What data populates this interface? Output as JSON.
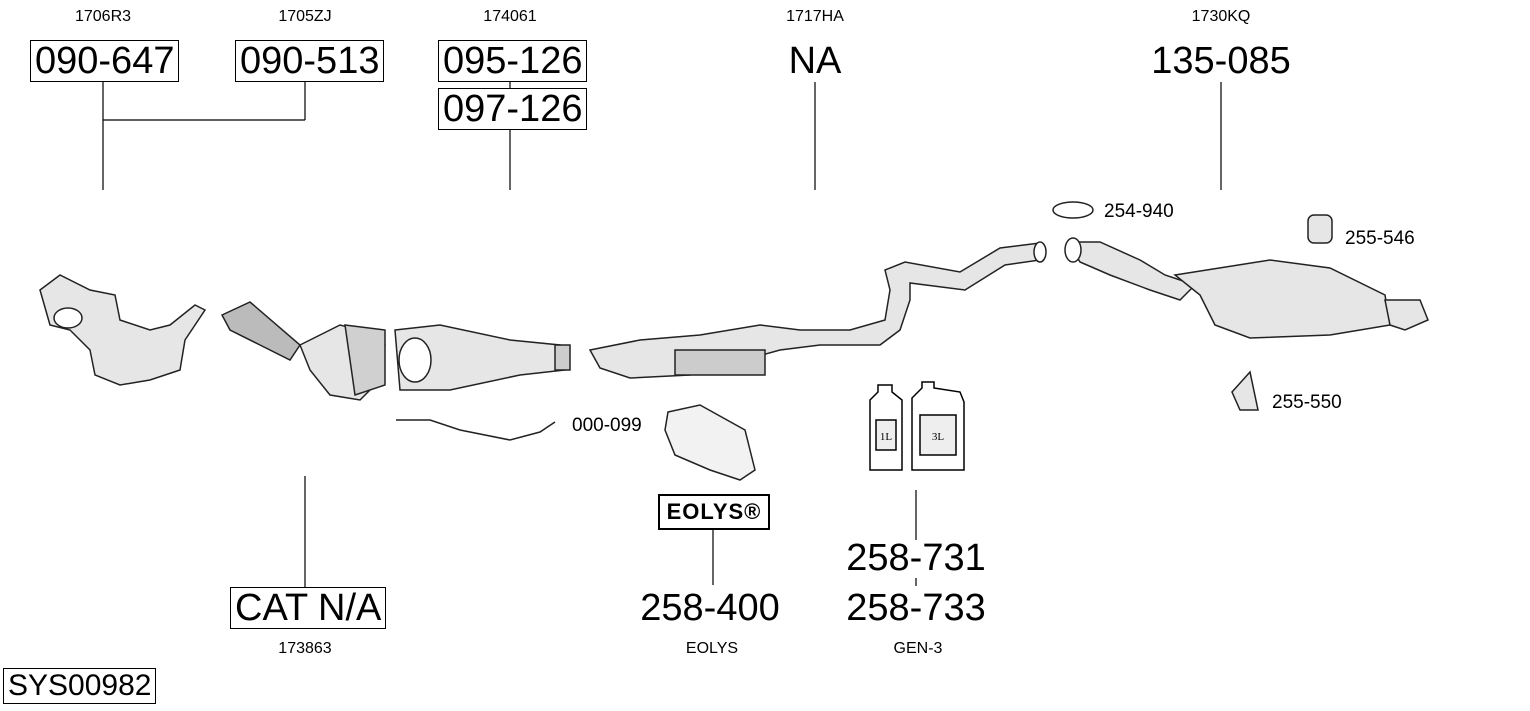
{
  "diagram_id": "SYS00982",
  "top_groups": [
    {
      "code": "1706R3",
      "part": "090-647"
    },
    {
      "code": "1705ZJ",
      "part": "090-513"
    },
    {
      "code": "174061",
      "parts": [
        "095-126",
        "097-126"
      ]
    },
    {
      "code": "1717HA",
      "part": "NA"
    },
    {
      "code": "1730KQ",
      "part": "135-085"
    }
  ],
  "small_parts": {
    "clamp": "254-940",
    "rubber_mount": "255-546",
    "bracket": "255-550",
    "sensor": "000-099"
  },
  "bottom_groups": [
    {
      "part": "CAT N/A",
      "code": "173863"
    },
    {
      "logo": "EOLYS®",
      "part": "258-400",
      "code": "EOLYS"
    },
    {
      "parts": [
        "258-731",
        "258-733"
      ],
      "code": "GEN-3",
      "bottle_labels": [
        "1L",
        "3L"
      ]
    }
  ]
}
